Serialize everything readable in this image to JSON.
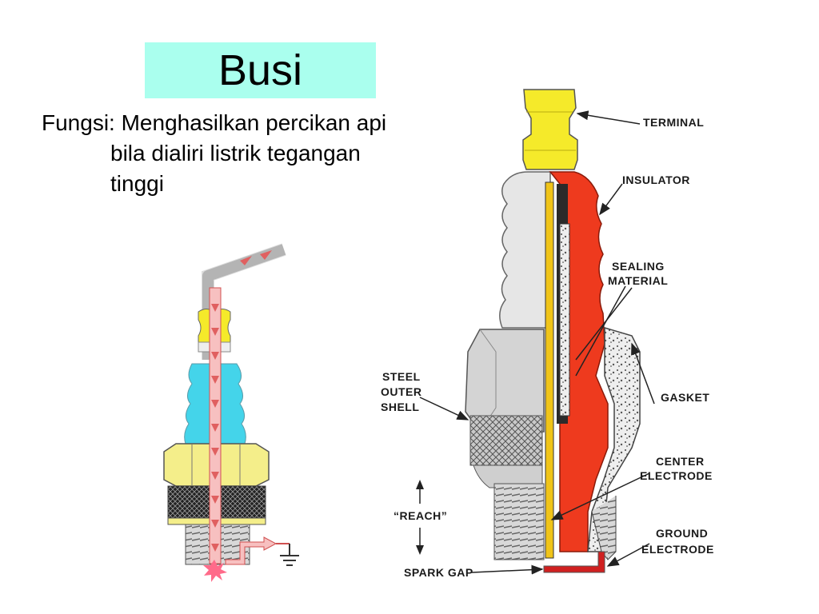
{
  "slide": {
    "title": "Busi",
    "text_line1": "Fungsi: Menghasilkan percikan api",
    "text_line2": "bila dialiri listrik tegangan",
    "text_line3": "tinggi"
  },
  "diagram": {
    "labels": {
      "terminal": "TERMINAL",
      "insulator": "INSULATOR",
      "sealing1": "SEALING",
      "sealing2": "MATERIAL",
      "gasket": "GASKET",
      "center1": "CENTER",
      "center2": "ELECTRODE",
      "ground1": "GROUND",
      "ground2": "ELECTRODE",
      "steel1": "STEEL",
      "steel2": "OUTER",
      "steel3": "SHELL",
      "reach": "“REACH”",
      "spark_gap": "SPARK GAP"
    },
    "colors": {
      "terminal_yellow": "#f5ea2a",
      "insulator_red": "#ee3a1e",
      "left_insulator_cyan": "#44d4ea",
      "left_hex_yellow": "#f4ee8a",
      "current_arrow_pink": "#f09a9a",
      "title_bg": "#aaffee"
    },
    "icons": [
      "ground-symbol-icon",
      "spark-icon",
      "current-arrow-icon"
    ]
  }
}
